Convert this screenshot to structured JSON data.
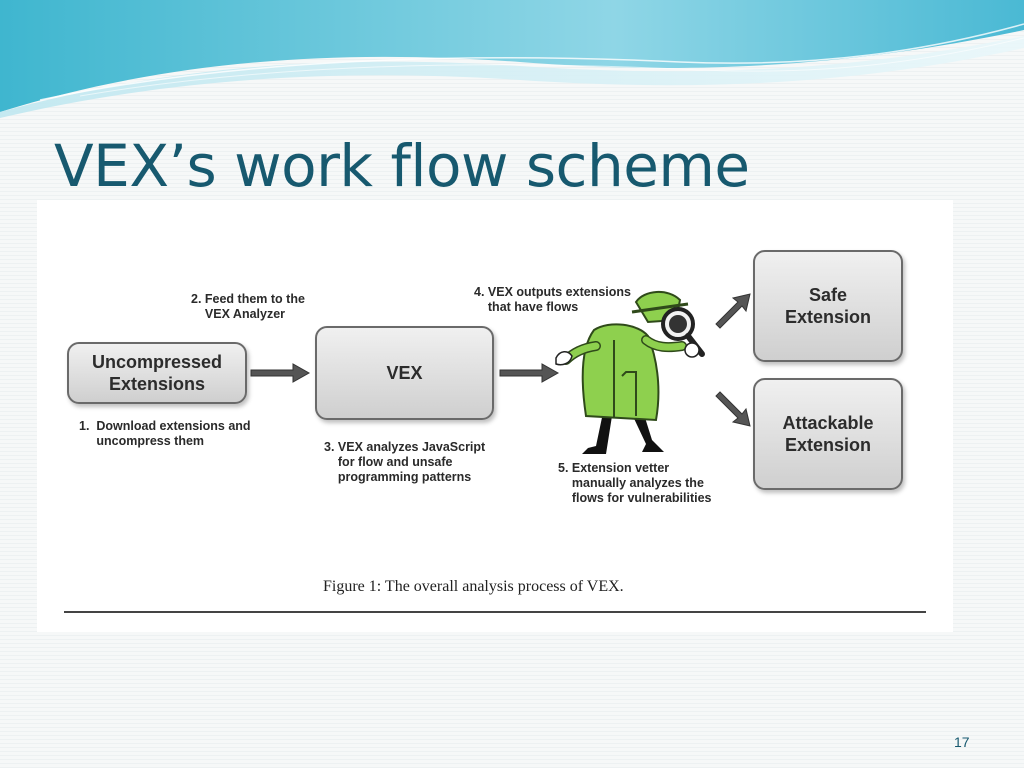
{
  "slide": {
    "title": "VEX’s work flow scheme",
    "page_number": "17"
  },
  "diagram": {
    "boxes": {
      "uncompressed": "Uncompressed\nExtensions",
      "vex": "VEX",
      "safe": "Safe\nExtension",
      "attackable": "Attackable\nExtension"
    },
    "steps": {
      "step1": "1.  Download extensions and\n     uncompress them",
      "step2": "2. Feed them to the\n    VEX Analyzer",
      "step3": "3. VEX analyzes JavaScript\n    for flow and unsafe\n    programming patterns",
      "step4": "4. VEX outputs extensions\n    that have flows",
      "step5": "5. Extension vetter\n    manually analyzes the\n    flows for vulnerabilities"
    },
    "caption": "Figure 1: The overall analysis process of VEX.",
    "colors": {
      "title": "#17596f",
      "detective_coat": "#8ed04e",
      "box_fill": "#dcdcdc"
    }
  }
}
